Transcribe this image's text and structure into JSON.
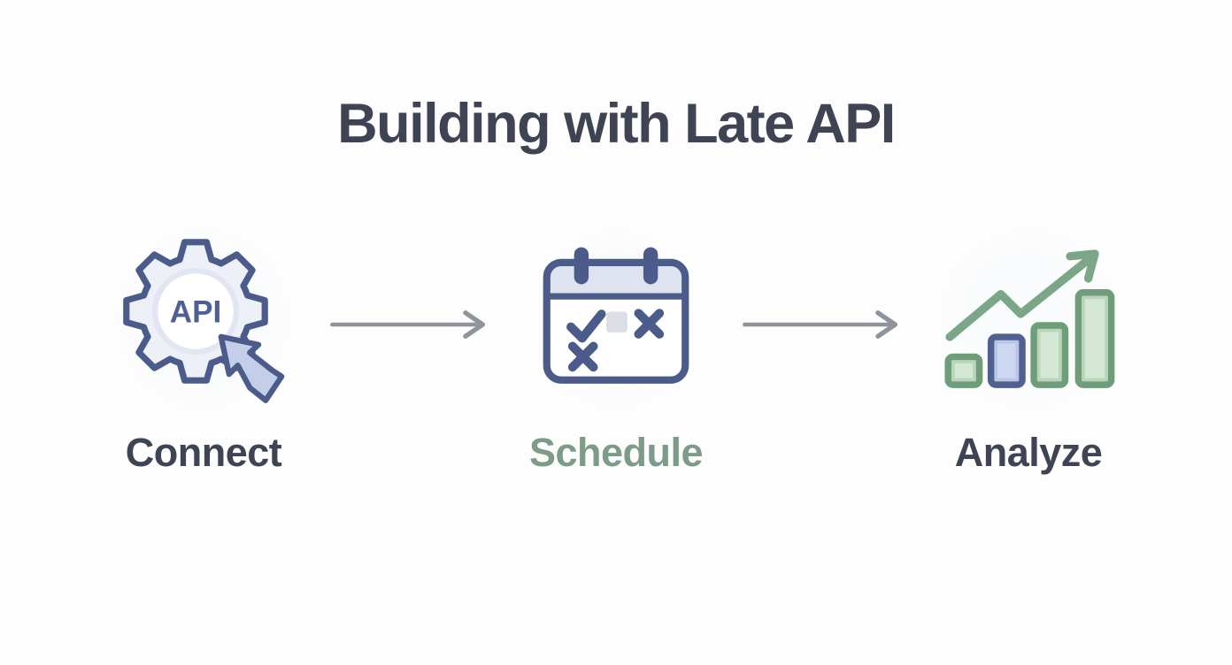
{
  "title": "Building with Late API",
  "steps": [
    {
      "id": "connect",
      "label": "Connect",
      "icon": "api-gear-cursor-icon",
      "label_color": "#3e4454"
    },
    {
      "id": "schedule",
      "label": "Schedule",
      "icon": "calendar-icon",
      "label_color": "#7d9c87"
    },
    {
      "id": "analyze",
      "label": "Analyze",
      "icon": "bar-chart-trend-icon",
      "label_color": "#3e4454"
    }
  ],
  "connect_icon": {
    "badge_text": "API"
  },
  "connectors": [
    {
      "from": "connect",
      "to": "schedule",
      "style": "gray-arrow"
    },
    {
      "from": "schedule",
      "to": "analyze",
      "style": "gray-arrow"
    }
  ],
  "colors": {
    "background": "#fdfdfe",
    "title_text": "#3e4454",
    "step_label_dark": "#3e4454",
    "step_label_green": "#7d9c87",
    "icon_blue_outline": "#4c5c8a",
    "icon_blue_fill_light": "#eef0f8",
    "lens_ring": "#e2e6f2",
    "cursor_fill": "#c5cee9",
    "calendar_header": "#dfe3f0",
    "calendar_square": "#dcdee6",
    "green_outline": "#6f9c79",
    "green_bar_fill": "#b9d6bb",
    "green_bar_inner": "#d4e8d5",
    "blue_bar_outline": "#50618f",
    "blue_bar_fill": "#b9c6e8",
    "blue_bar_inner": "#cdd7f0",
    "trend_line": "#7ba687",
    "arrow_gray": "#8e939c"
  }
}
